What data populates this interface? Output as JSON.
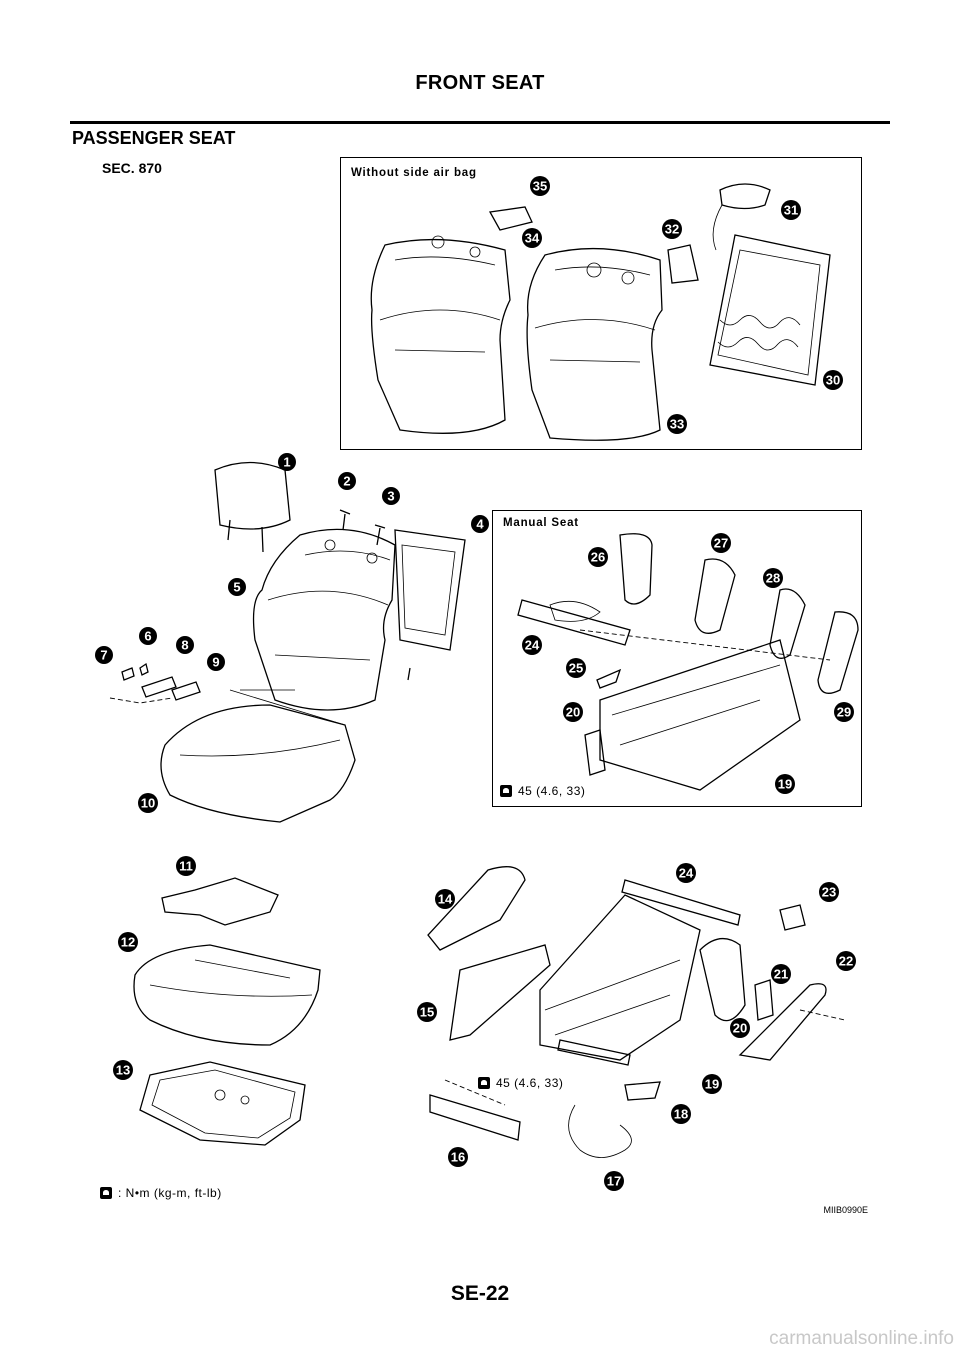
{
  "header": {
    "title": "FRONT SEAT"
  },
  "section": {
    "title": "PASSENGER SEAT"
  },
  "diagram": {
    "sec_label": "SEC. 870",
    "box_without_airbag_label": "Without side air bag",
    "box_manual_label": "Manual Seat",
    "torque_manual": "45 (4.6, 33)",
    "torque_power": "45 (4.6, 33)",
    "legend": ": N•m (kg-m, ft-lb)",
    "code": "MIIB0990E",
    "callouts": [
      "1",
      "2",
      "3",
      "4",
      "5",
      "6",
      "7",
      "8",
      "9",
      "10",
      "11",
      "12",
      "13",
      "14",
      "15",
      "16",
      "17",
      "18",
      "19",
      "20",
      "21",
      "22",
      "23",
      "24",
      "25",
      "26",
      "27",
      "28",
      "29",
      "30",
      "31",
      "32",
      "33",
      "34",
      "35"
    ]
  },
  "footer": {
    "page_number": "SE-22"
  },
  "watermark": "carmanualsonline.info"
}
